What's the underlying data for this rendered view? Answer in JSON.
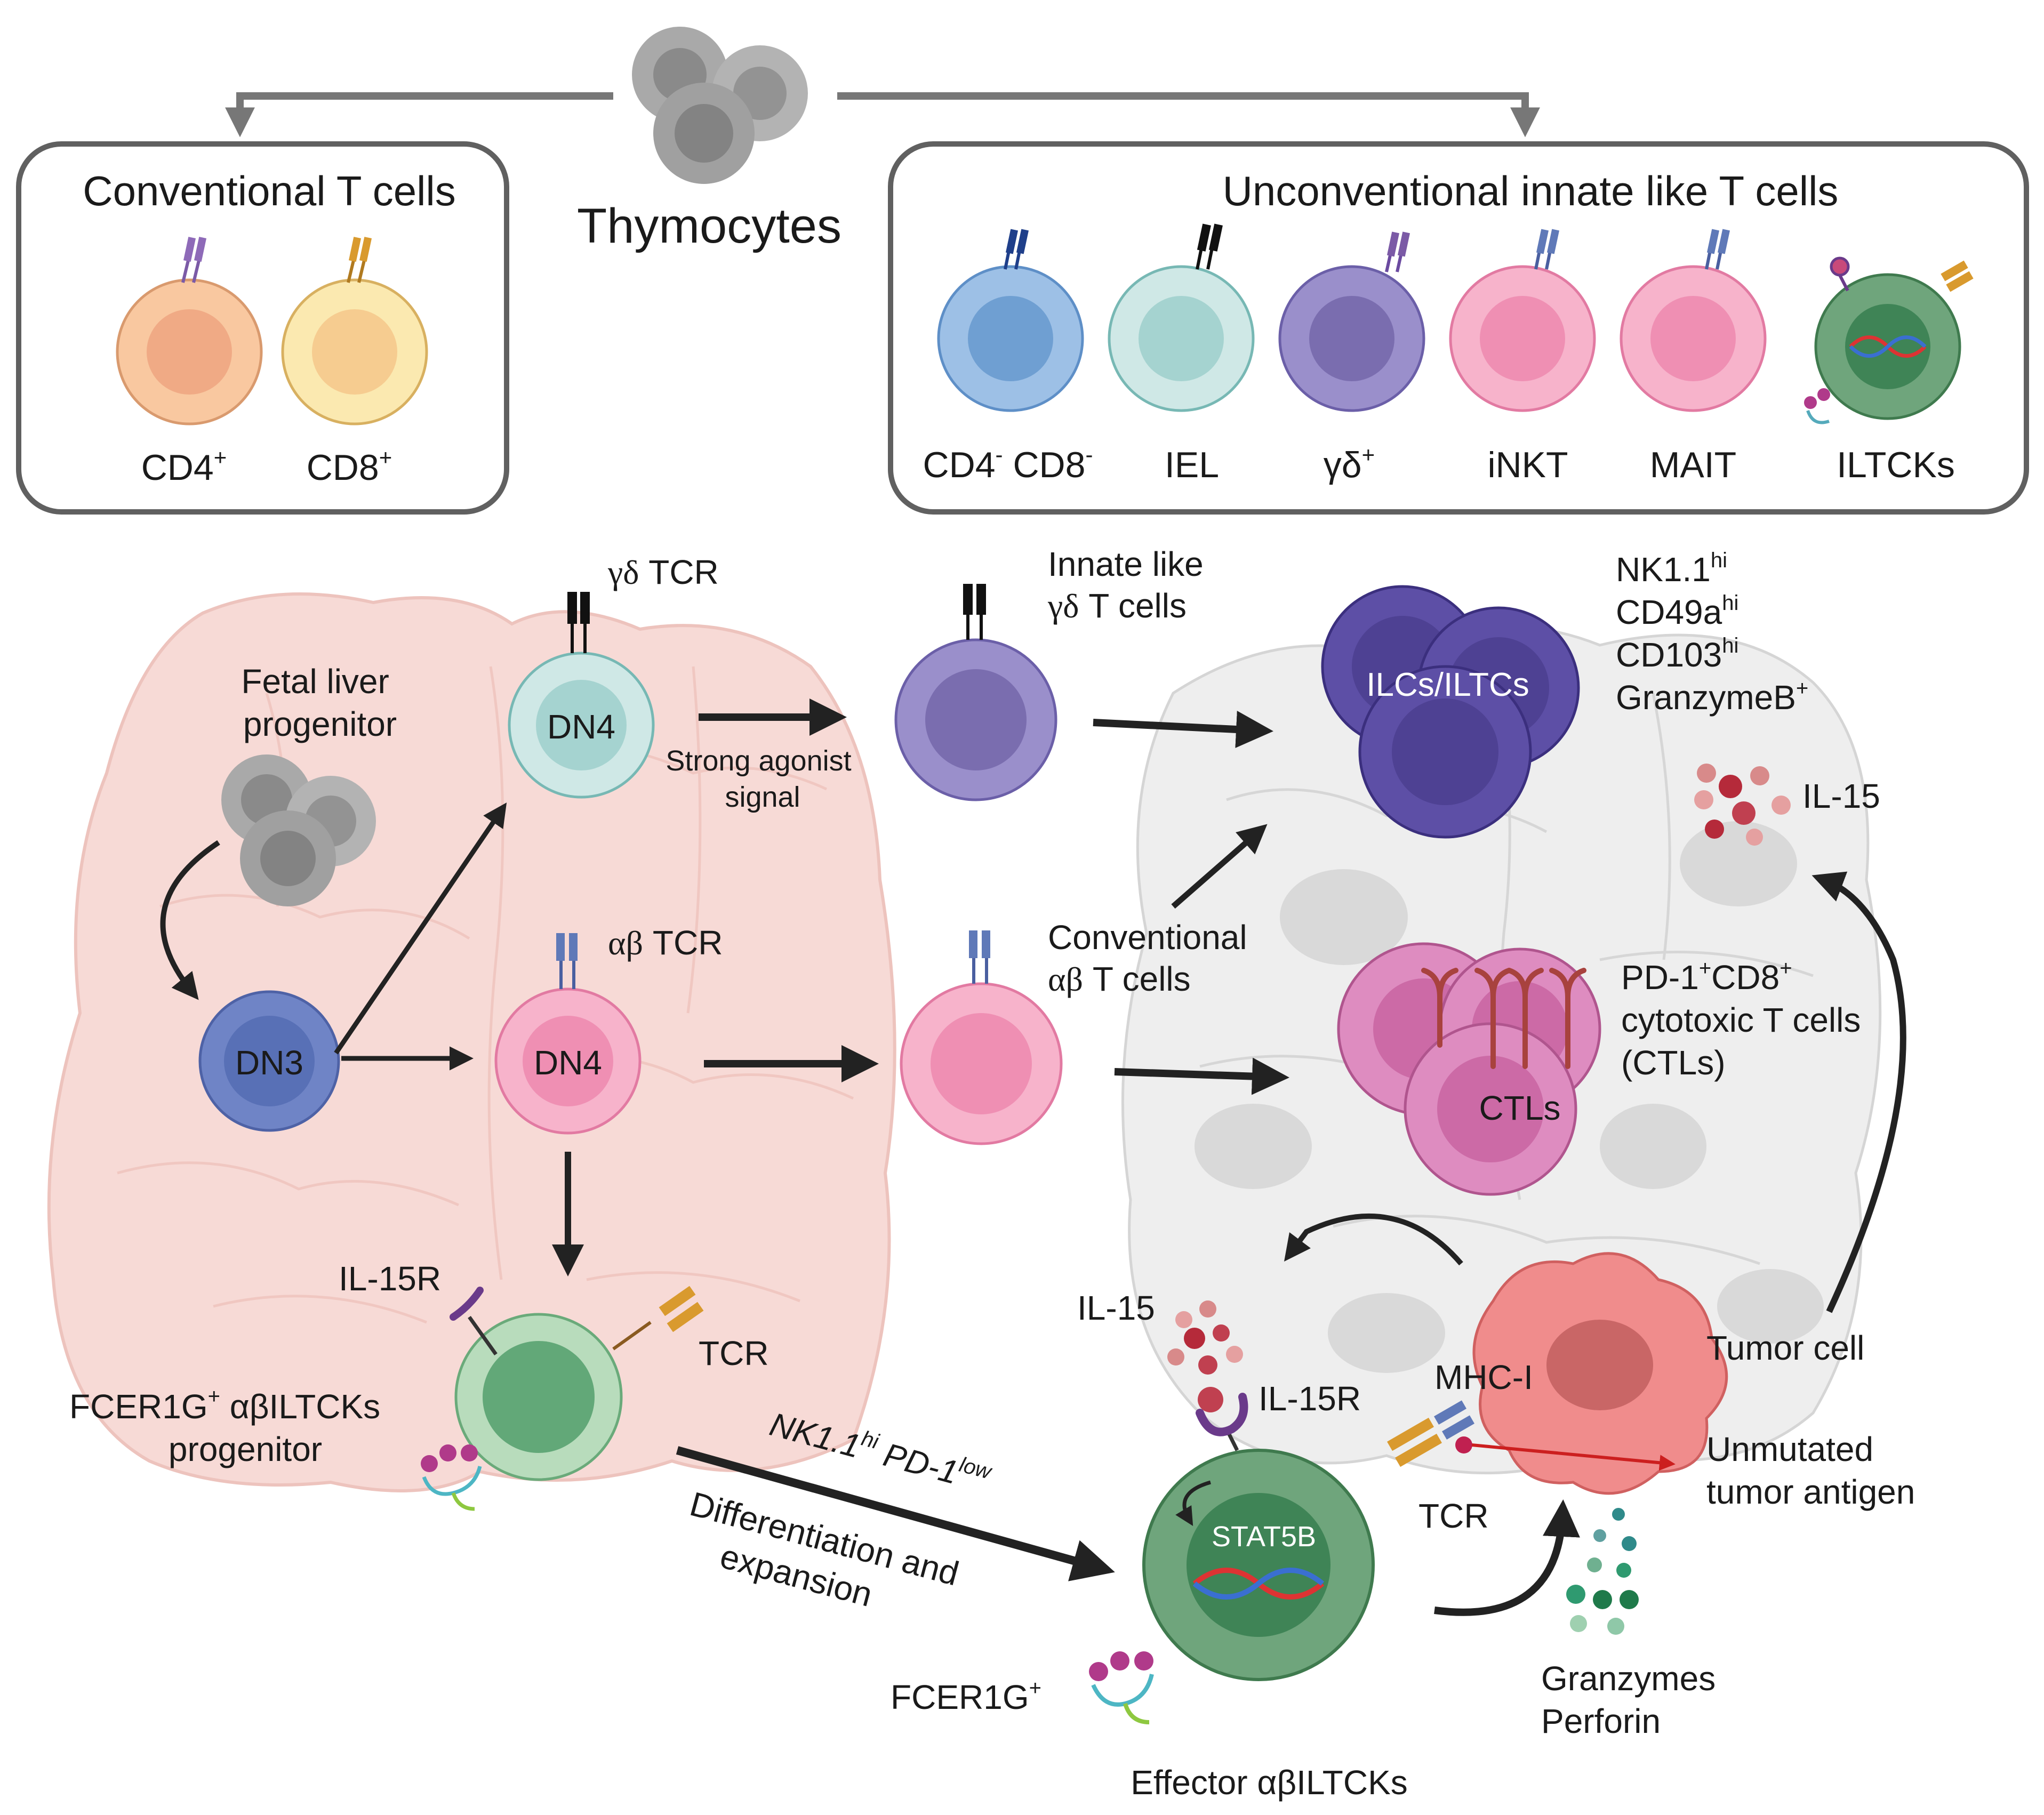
{
  "top": {
    "thymocytes": "Thymocytes",
    "conventional": {
      "title": "Conventional T cells",
      "cells": [
        {
          "label": "CD4",
          "sup": "+"
        },
        {
          "label": "CD8",
          "sup": "+"
        }
      ]
    },
    "unconventional": {
      "title": "Unconventional innate like T cells",
      "cells": [
        {
          "label": "CD4",
          "sup": "-",
          "label2": " CD8",
          "sup2": "-"
        },
        {
          "label": "IEL"
        },
        {
          "label": "γδ",
          "sup": "+"
        },
        {
          "label": "iNKT"
        },
        {
          "label": "MAIT"
        },
        {
          "label": "ILTCKs"
        }
      ]
    }
  },
  "development": {
    "fetal_liver_progenitor": [
      "Fetal liver",
      "progenitor"
    ],
    "dn3": "DN3",
    "dn4_gd": "DN4",
    "dn4_ab": "DN4",
    "gd_tcr": {
      "greek": "γδ",
      "text": " TCR"
    },
    "ab_tcr": {
      "greek": "αβ",
      "text": " TCR"
    },
    "strong_agonist": [
      "Strong agonist",
      "signal"
    ],
    "innate_like_gd": {
      "line1": "Innate like",
      "greek": "γδ",
      "text": " T cells"
    },
    "conventional_ab": {
      "line1": "Conventional",
      "greek": "αβ",
      "text": " T cells"
    },
    "il15r": "IL-15R",
    "tcr": "TCR",
    "progenitor_label": {
      "pre": "FCER1G",
      "sup": "+",
      "post": " αβILTCKs",
      "line2": "progenitor"
    },
    "nk_pd1": {
      "a": "NK1.1",
      "a_sup": "hi",
      "b": " PD-1",
      "b_sup": "low"
    },
    "diff_expansion": [
      "Differentiation and",
      "expansion"
    ]
  },
  "tumor": {
    "ilcs": "ILCs/ILTCs",
    "markers": [
      {
        "text": "NK1.1",
        "sup": "hi"
      },
      {
        "text": "CD49a",
        "sup": "hi"
      },
      {
        "text": "CD103",
        "sup": "hi"
      },
      {
        "text": "GranzymeB",
        "sup": "+"
      }
    ],
    "il15_top": "IL-15",
    "ctls": "CTLs",
    "ctl_label": {
      "pre": "PD-1",
      "sup1": "+",
      "mid": "CD8",
      "sup2": "+",
      "line2": "cytotoxic T cells",
      "line3": "(CTLs)"
    },
    "tumor_cell": "Tumor cell",
    "il15_bottom": "IL-15",
    "il15r_bottom": "IL-15R",
    "mhc": "MHC-I",
    "tcr_bottom": "TCR",
    "stat5b": "STAT5B",
    "unmutated": [
      "Unmutated",
      "tumor antigen"
    ],
    "granzymes": [
      "Granzymes",
      "Perforin"
    ],
    "fcer1g": {
      "text": "FCER1G",
      "sup": "+"
    },
    "effector": "Effector αβILTCKs"
  }
}
